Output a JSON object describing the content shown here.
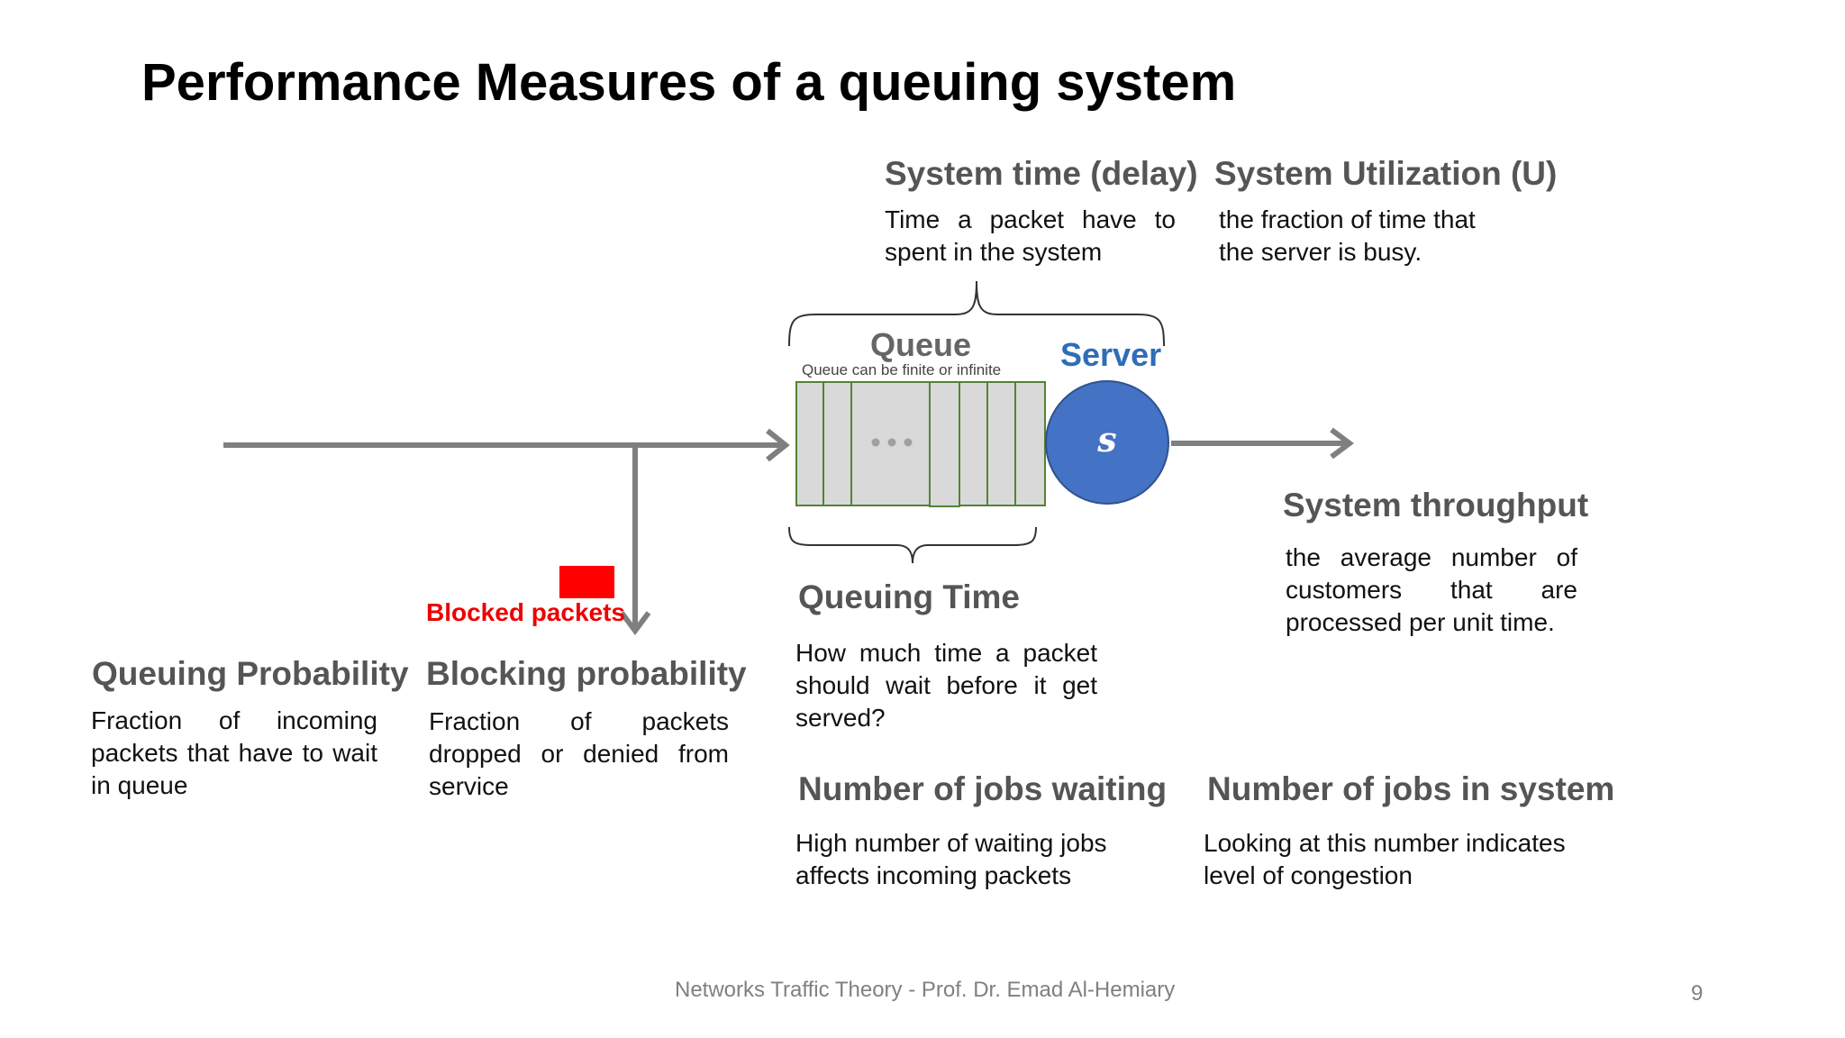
{
  "title": "Performance Measures of a queuing system",
  "system_time": {
    "heading": "System time (delay)",
    "line1": "Time a packet have to",
    "line2": "spent in the system"
  },
  "utilization": {
    "heading": "System Utilization (U)",
    "line1": "the fraction of time that",
    "line2": "the server is busy."
  },
  "queue": {
    "label": "Queue",
    "note": "Queue can be finite or infinite"
  },
  "server": {
    "label": "Server",
    "symbol": "s"
  },
  "throughput": {
    "heading": "System throughput",
    "line1": "the average number of",
    "line2": "customers that are",
    "line3": "processed per unit time."
  },
  "blocked": {
    "label": "Blocked packets"
  },
  "queuing_time": {
    "heading": "Queuing Time",
    "line1": "How much time a packet",
    "line2": "should wait before it get",
    "line3": "served?"
  },
  "queuing_probability": {
    "heading": "Queuing Probability",
    "line1": "Fraction of incoming",
    "line2": "packets that have to wait",
    "line3": "in queue"
  },
  "blocking_probability": {
    "heading": "Blocking probability",
    "line1": "Fraction of packets",
    "line2": "dropped or denied from",
    "line3": "service"
  },
  "jobs_waiting": {
    "heading": "Number of jobs waiting",
    "line1": "High number of waiting jobs",
    "line2": "affects incoming packets"
  },
  "jobs_in_system": {
    "heading": "Number of jobs in system",
    "line1": "Looking at this number indicates",
    "line2": "level of congestion"
  },
  "footer": {
    "text": "Networks Traffic Theory - Prof. Dr. Emad Al-Hemiary",
    "page": "9"
  },
  "colors": {
    "arrow": "#7f7f7f",
    "queue_fill": "#d9d9d9",
    "queue_border": "#548235",
    "server_fill": "#4472c4",
    "server_border": "#2f528f",
    "blocked": "#ff0000"
  }
}
